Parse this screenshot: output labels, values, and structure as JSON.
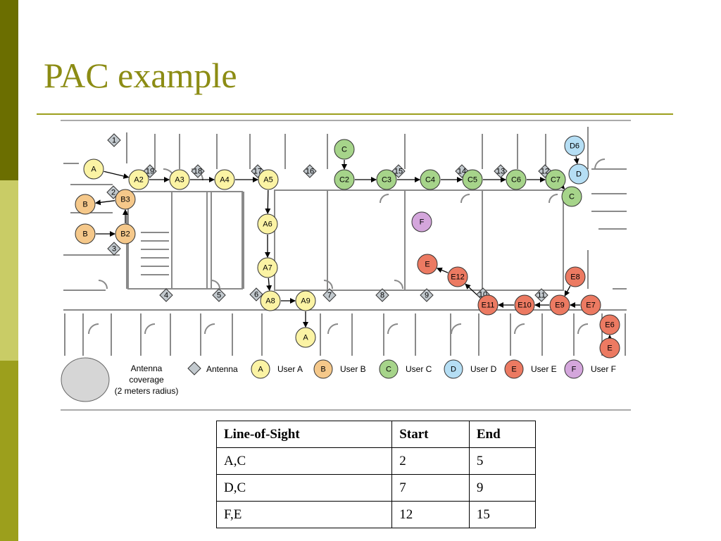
{
  "slide": {
    "title": "PAC example"
  },
  "diagram": {
    "colors": {
      "user_a": "#fbf3a4",
      "user_b": "#f5c88a",
      "user_c": "#a6d48a",
      "user_d": "#b5def4",
      "user_e": "#ec7a62",
      "user_f": "#d4a6dc",
      "antenna": "#c2c9ce",
      "coverage": "#d6d6d6",
      "wall": "#8a8a8a"
    },
    "antennas": [
      "1",
      "2",
      "3",
      "4",
      "5",
      "6",
      "7",
      "8",
      "9",
      "10",
      "11",
      "12",
      "13",
      "14",
      "15",
      "16",
      "17",
      "18",
      "19"
    ],
    "nodes": {
      "A": "A",
      "A2": "A2",
      "A3": "A3",
      "A4": "A4",
      "A5": "A5",
      "A6": "A6",
      "A7": "A7",
      "A8": "A8",
      "A9": "A9",
      "A_end": "A",
      "B_left": "B",
      "B3": "B3",
      "B_start": "B",
      "B2": "B2",
      "C": "C",
      "C2": "C2",
      "C3": "C3",
      "C4": "C4",
      "C5": "C5",
      "C6": "C6",
      "C7": "C7",
      "C_end": "C",
      "D6": "D6",
      "D": "D",
      "F": "F",
      "E_end": "E",
      "E12": "E12",
      "E11": "E11",
      "E10": "E10",
      "E9": "E9",
      "E8": "E8",
      "E7": "E7",
      "E6": "E6",
      "E_start": "E"
    },
    "legend": {
      "coverage_label": [
        "Antenna",
        "coverage",
        "(2 meters radius)"
      ],
      "antenna_label": "Antenna",
      "users": [
        {
          "glyph": "A",
          "label": "User A",
          "color": "#fbf3a4"
        },
        {
          "glyph": "B",
          "label": "User B",
          "color": "#f5c88a"
        },
        {
          "glyph": "C",
          "label": "User C",
          "color": "#a6d48a"
        },
        {
          "glyph": "D",
          "label": "User D",
          "color": "#b5def4"
        },
        {
          "glyph": "E",
          "label": "User E",
          "color": "#ec7a62"
        },
        {
          "glyph": "F",
          "label": "User F",
          "color": "#d4a6dc"
        }
      ]
    }
  },
  "table": {
    "headers": [
      "Line-of-Sight",
      "Start",
      "End"
    ],
    "rows": [
      [
        "A,C",
        "2",
        "5"
      ],
      [
        "D,C",
        "7",
        "9"
      ],
      [
        "F,E",
        "12",
        "15"
      ]
    ]
  }
}
